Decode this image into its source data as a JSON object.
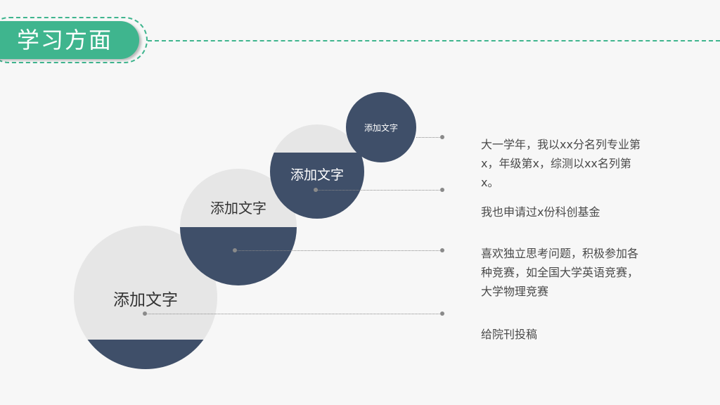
{
  "header": {
    "title": "学习方面"
  },
  "circles": [
    {
      "label": "添加文字"
    },
    {
      "label": "添加文字"
    },
    {
      "label": "添加文字"
    },
    {
      "label": "添加文字"
    }
  ],
  "items": [
    {
      "text": "大一学年，我以xx分名列专业第x，年级第x，综测以xx名列第x。"
    },
    {
      "text": "我也申请过x份科创基金"
    },
    {
      "text": "喜欢独立思考问题，积极参加各种竞赛，如全国大学英语竞赛，大学物理竞赛"
    },
    {
      "text": "给院刊投稿"
    }
  ],
  "colors": {
    "accent_green": "#3fb58e",
    "navy": "#3f4f69",
    "light_gray": "#e6e6e6",
    "background": "#f7f7f7"
  }
}
